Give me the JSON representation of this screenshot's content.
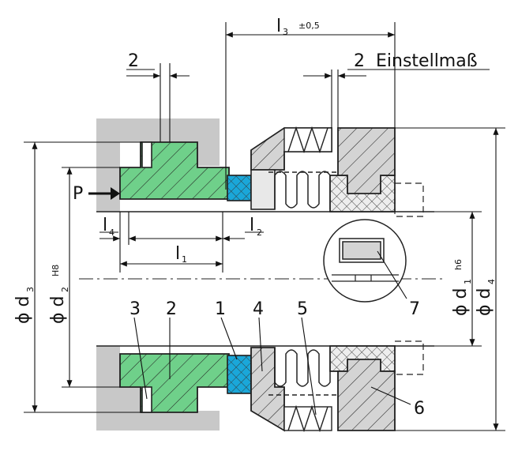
{
  "drawing": {
    "pressure_label": "P",
    "dims": {
      "l3": "l",
      "l3_sub": "3",
      "l3_tol": "±0,5",
      "gap_top": "2",
      "einstell_value": "2",
      "einstell_text": "Einstellmaß",
      "l4": "l",
      "l4_sub": "4",
      "l1": "l",
      "l1_sub": "1",
      "l2": "l",
      "l2_sub": "2",
      "d3": "ϕ d",
      "d3_sub": "3",
      "d2": "ϕ d",
      "d2_sub": "2",
      "d2_tol": "H8",
      "d1": "ϕ d",
      "d1_sub": "1",
      "d1_tol": "h6",
      "d4": "ϕ d",
      "d4_sub": "4"
    },
    "callouts": [
      "3",
      "2",
      "1",
      "4",
      "5",
      "7",
      "6"
    ],
    "colors": {
      "housing": "#c8c8c8",
      "seat": "#6fd08a",
      "oring": "#1aa7d9",
      "packing": "#e8e8e8",
      "metal": "#d4d4d4"
    }
  }
}
